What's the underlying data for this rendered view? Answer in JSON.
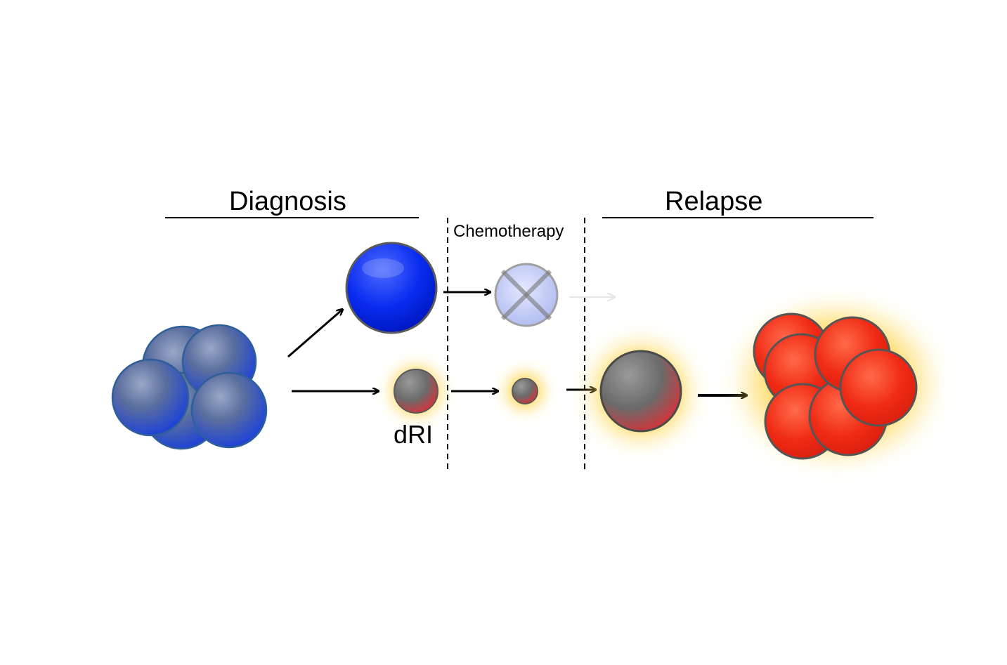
{
  "labels": {
    "diagnosis": "Diagnosis",
    "relapse": "Relapse",
    "chemotherapy": "Chemotherapy",
    "dri": "dRI"
  },
  "colors": {
    "diagnosis_cell": "#1f3fd8",
    "sensitive_cell": "#0a2cf0",
    "resistant_cell": "#6b6b6b",
    "relapse_cell": "#f02a14",
    "glow": "#ffd54a",
    "line": "#000000"
  }
}
